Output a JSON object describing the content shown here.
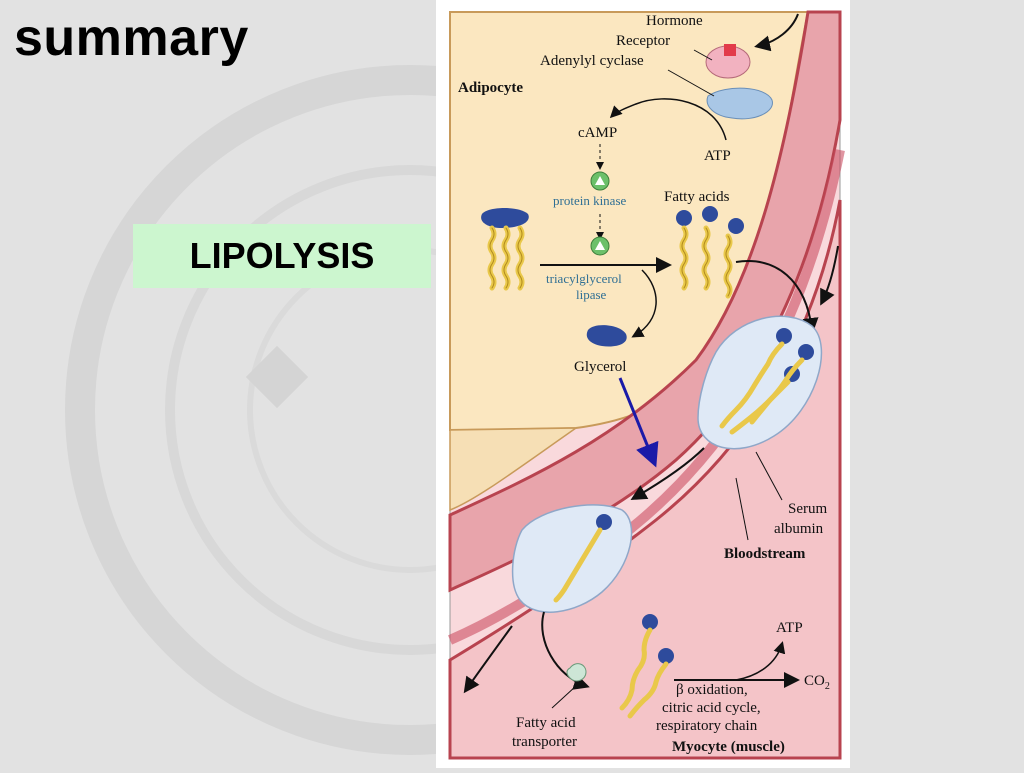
{
  "slide": {
    "title": "summary",
    "label": "LIPOLYSIS"
  },
  "diagram": {
    "labels": {
      "hormone": "Hormone",
      "receptor": "Receptor",
      "adenylyl_cyclase": "Adenylyl cyclase",
      "adipocyte": "Adipocyte",
      "camp": "cAMP",
      "atp_top": "ATP",
      "protein_kinase": "protein kinase",
      "fatty_acids": "Fatty acids",
      "tag_lipase_line1": "triacylglycerol",
      "tag_lipase_line2": "lipase",
      "glycerol": "Glycerol",
      "serum_albumin_line1": "Serum",
      "serum_albumin_line2": "albumin",
      "bloodstream": "Bloodstream",
      "atp_bottom": "ATP",
      "co2": "CO",
      "co2_sub": "2",
      "beta_ox_line1": "β oxidation,",
      "beta_ox_line2": "citric acid cycle,",
      "beta_ox_line3": "respiratory chain",
      "fa_transporter_line1": "Fatty acid",
      "fa_transporter_line2": "transporter",
      "myocyte": "Myocyte (muscle)"
    },
    "colors": {
      "adipocyte_fill": "#fbe7c0",
      "vessel_wall": "#cc4f62",
      "blood": "#e8a4ab",
      "albumin": "#dfe9f6",
      "fatty_acid_head": "#2e4b9c",
      "fatty_acid_tail": "#e9c84a",
      "kinase_green": "#6cc06a",
      "glycerol_arrow": "#1a1aa8"
    }
  }
}
